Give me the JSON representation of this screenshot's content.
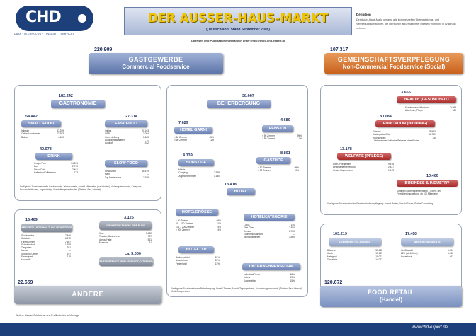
{
  "header": {
    "logo_text": "CHD",
    "tagline": "DATA · TECHNOLOGY · INSIGHT · SERVICES",
    "title": "DER AUSSER-HAUS-MARKT",
    "subtitle": "(Deutschland, Stand September 2008)",
    "pub_note": "Adressen und Publikationen erhältlich unter: http://shop.chd-expert.de",
    "def_title": "Definition",
    "def_text": "Der Außer-Haus-Markt umfasst alle kommerziellen Übernachtungs- und Verpflegungsleistungen, die Menschen außerhalb ihrer eigenen Wohnung in Anspruch nehmen."
  },
  "gastgewerbe": {
    "count": "220.909",
    "l1": "GASTGEWERBE",
    "l2": "Commercial Foodservice"
  },
  "gemeinschaft": {
    "count": "107.317",
    "l1": "GEMEINSCHAFTSVERPFLEGUNG",
    "l2": "Non-Commercial Foodservice (Social)"
  },
  "andere": {
    "count": "22.659",
    "l1": "ANDERE"
  },
  "foodretail": {
    "count": "120.672",
    "l1": "FOOD RETAIL",
    "l2": "(Handel)"
  },
  "gastronomie": {
    "count": "182.242",
    "label": "GASTRONOMIE",
    "small_food": {
      "count": "54.442",
      "label": "SMALL FOOD",
      "rows": [
        [
          "Imbisse",
          "37.259"
        ],
        [
          "Cafés/Konditoreien",
          "12.553"
        ],
        [
          "Bistros",
          "4.630"
        ]
      ]
    },
    "fast_food": {
      "count": "27.314",
      "label": "FAST FOOD",
      "rows": [
        [
          "Imbiss",
          "21.103"
        ],
        [
          "QSR",
          "2.094"
        ],
        [
          "Home delivery",
          "1.625"
        ],
        [
          "Autobahnraststätten",
          "—"
        ],
        [
          "Autohof",
          "332"
        ]
      ]
    },
    "drink": {
      "count": "40.073",
      "label": "DRINK",
      "rows": [
        [
          "Kneipe/Pub",
          "34.261"
        ],
        [
          "Bar",
          "2.719"
        ],
        [
          "Disco/Club",
          "2.461"
        ],
        [
          "Kaffeebar/Coffeeshop",
          "773"
        ]
      ]
    },
    "slow_food": {
      "label": "SLOW FOOD",
      "rows": [
        [
          "Restaurant",
          "48.679"
        ],
        [
          "Markt",
          "—"
        ],
        [
          "Top Restaurants",
          "2.929"
        ]
      ]
    },
    "note": "Verfügbare Zusatzmerkmale Gastronomie: Jahresumsatz, Anzahl Mitarbeiter (nur Inhaber), Außengastronomie, Kategorie, Durchschnittlichen, Angebotstyp, Ausstattungsmerkmalen (Theken, Fax, Internet)"
  },
  "beherbergung": {
    "count": "38.667",
    "label": "BEHERBERGUNG",
    "hotel_garni": {
      "count": "7.629",
      "label": "HOTEL GARNI",
      "rows": [
        [
          "< 50 Zimmer",
          "89%"
        ],
        [
          "> 50 Zimmer",
          "11%"
        ]
      ]
    },
    "pension": {
      "count": "4.680",
      "label": "PENSION",
      "rows": [
        [
          "< 50 Zimmer",
          "99%"
        ],
        [
          "> 50 Zimmer",
          "1%"
        ]
      ]
    },
    "sonstige": {
      "count": "4.139",
      "label": "SONSTIGE",
      "rows": [
        [
          "Motels",
          "—"
        ],
        [
          "Camping",
          "2.999"
        ],
        [
          "Jugendherbergen",
          "1.140"
        ]
      ]
    },
    "gasthof": {
      "count": "8.801",
      "label": "GASTHOF",
      "rows": [
        [
          "< 50 Zimmer",
          "98%"
        ],
        [
          "> 50 Zimmer",
          "2%"
        ]
      ]
    },
    "hotel": {
      "count": "13.418",
      "label": "HOTEL"
    },
    "hotelgroesse": {
      "label": "HOTELGRÖSSE",
      "rows": [
        [
          "< 50 Zimmer",
          "66%"
        ],
        [
          "51 – 100 Zimmer",
          "21%"
        ],
        [
          "101 – 200 Zimmer",
          "9%"
        ],
        [
          "> 200 Zimmer",
          "4%"
        ]
      ]
    },
    "hotelkategorie": {
      "label": "HOTELKATEGORIE",
      "rows": [
        [
          "Luxus",
          "150"
        ],
        [
          "First Class",
          "2.880"
        ],
        [
          "Komfort",
          "6.780"
        ],
        [
          "Economic/Standard",
          "—"
        ],
        [
          "nicht klassifiziert",
          "3.600"
        ]
      ]
    },
    "hoteltyp": {
      "label": "HOTELTYP",
      "rows": [
        [
          "Businesshotel",
          "61%"
        ],
        [
          "Urlaubshotel",
          "26%"
        ],
        [
          "Ferienhotel",
          "13%"
        ]
      ]
    },
    "unternehmensform": {
      "label": "UNTERNEHMENSFORM",
      "rows": [
        [
          "Individual/Privat",
          "66%"
        ],
        [
          "Hotels",
          "19%"
        ],
        [
          "Kooperation",
          "15%"
        ]
      ]
    },
    "note": "Verfügbare Zusatzmerkmale Beherbergung: Anzahl Zimmer, Anzahl Tagungsräume, Ausstattungsmerkmale (Theken, Fax, Internet), Kette/Kooperation"
  },
  "social": {
    "health": {
      "count": "3.655",
      "label": "HEALTH (GESUNDHEIT)",
      "rows": [
        [
          "Krankenhaus, Klinikum",
          "2.998"
        ],
        [
          "Altenheim, Pflege",
          "989"
        ]
      ]
    },
    "education": {
      "count": "80.084",
      "label": "EDUCATION (BILDUNG)",
      "rows": [
        [
          "Schulen",
          "45.993*"
        ],
        [
          "Kindergarten/Kita",
          "34.761*"
        ],
        [
          "Hochschulen",
          "330"
        ],
        [
          "* Unternehmen inklusive Betriebe ohne Küche",
          ""
        ]
      ]
    },
    "welfare": {
      "count": "13.178",
      "label": "WELFARE (PFLEGE)",
      "rows": [
        [
          "Alten-/Pflegeheim",
          "9.578"
        ],
        [
          "Behindertenbetreuung",
          "2.427"
        ],
        [
          "Kinder-/Jugendheim",
          "1.173"
        ]
      ]
    },
    "business": {
      "count": "10.400",
      "label": "BUSINESS & INDUSTRY",
      "rows": [
        [
          "Kantinen (Betriebsverpflegung) – Eigen- und Fremdbewirtschaftung, ab 100 Mitarbeiter",
          ""
        ]
      ]
    },
    "note": "Verfügbare Zusatzmerkmale Gemeinschaftsverpflegung: Anzahl Betten, Anzahl Essen, Status Contracting"
  },
  "andere_detail": {
    "left": {
      "count": "16.469",
      "label": "FREIZEIT / UNTERHALTUNG / SONSTIGES",
      "rows": [
        [
          "Sportvereine",
          "7.400"
        ],
        [
          "Golfclubs",
          "6.272"
        ],
        [
          "Fitnesscenter",
          "7.607"
        ],
        [
          "Schwimmbad",
          "1.388"
        ],
        [
          "Tiergarten",
          "351"
        ],
        [
          "Messe",
          "—"
        ],
        [
          "Shopping Center",
          "197"
        ],
        [
          "Freizeitpark",
          "119"
        ],
        [
          "*Auswahl",
          ""
        ]
      ]
    },
    "right": {
      "count": "3.125",
      "label": "VERANSTALTUNGS-GEBÄUDE",
      "rows": [
        [
          "Kino",
          "1.432"
        ],
        [
          "Theater, Musical etc.",
          "727"
        ],
        [
          "Arena, Halle",
          "561"
        ],
        [
          "Museum",
          "11"
        ]
      ]
    },
    "party": {
      "count": "ca. 3.000",
      "label": "PARTY-SERVICE (FULL SERVICE CATERING)"
    }
  },
  "retail_detail": {
    "left": {
      "count": "103.219",
      "label": "LEBENSMITTEL-HANDEL",
      "rows": [
        [
          "Bäckerei",
          "37.488"
        ],
        [
          "Kiosk",
          "19.169"
        ],
        [
          "Metzgerei",
          "18.021"
        ],
        [
          "Tankstelle",
          "14.027"
        ]
      ]
    },
    "right": {
      "count": "17.453",
      "label": "WEITERE SEGMENTE",
      "rows": [
        [
          "Großhandel",
          "6.624"
        ],
        [
          "LEH (ab 400 m²)",
          "6.263"
        ],
        [
          "Hofverkauf",
          "267"
        ]
      ]
    }
  },
  "footer": {
    "note": "Weitere diverse Selektions- und Profilkriterien auf Anfrage",
    "url": "www.chd-expert.de"
  },
  "colors": {
    "navy": "#1d3f7a",
    "blue": "#6c82b4",
    "orange": "#c85f1a",
    "red": "#a72a2a",
    "gold": "#f0c400"
  }
}
